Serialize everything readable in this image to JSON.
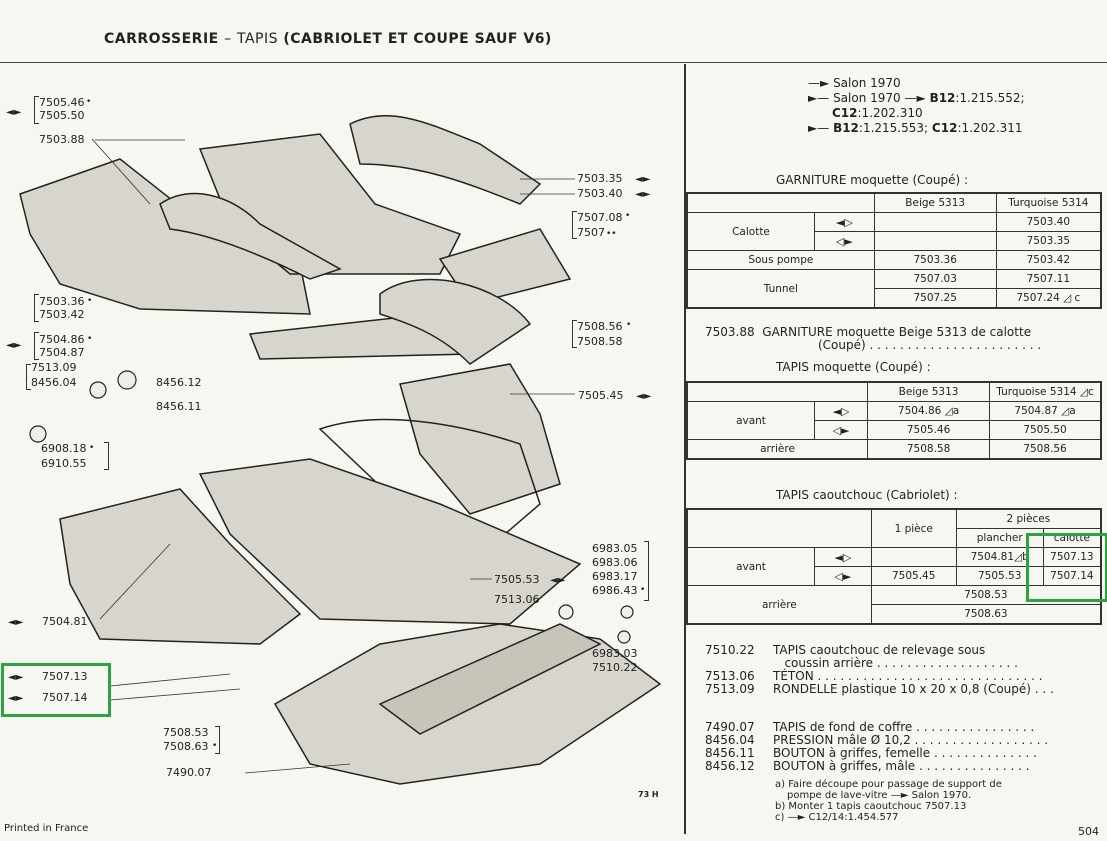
{
  "header": {
    "title_bold": "CARROSSERIE",
    "title_dash": "–",
    "title_tapis": "TAPIS",
    "title_rest": "(CABRIOLET ET COUPE SAUF V6)"
  },
  "legend": {
    "line1": "Salon 1970",
    "line2a": "Salon 1970",
    "line2b": "B12",
    "line2c": ":1.215.552;",
    "line3a": "C12",
    "line3b": ":1.202.310",
    "line4a": "B12",
    "line4b": ":1.215.553;",
    "line4c": "C12",
    "line4d": ":1.202.311"
  },
  "left_labels": {
    "l7505_46": "7505.46",
    "l7505_50": "7505.50",
    "l7503_88": "7503.88",
    "l7503_36": "7503.36",
    "l7503_42": "7503.42",
    "l7504_86": "7504.86",
    "l7504_87": "7504.87",
    "l7513_09": "7513.09",
    "l8456_04": "8456.04",
    "l8456_12": "8456.12",
    "l8456_11": "8456.11",
    "l6908_18": "6908.18",
    "l6910_55": "6910.55",
    "l7504_81": "7504.81",
    "l7507_13": "7507.13",
    "l7507_14": "7507.14",
    "l7508_53": "7508.53",
    "l7508_63": "7508.63",
    "l7490_07": "7490.07",
    "l7503_35": "7503.35",
    "l7503_40": "7503.40",
    "l7507_08": "7507.08",
    "l7507": "7507",
    "l7508_56": "7508.56",
    "l7508_58": "7508.58",
    "l7505_45": "7505.45",
    "l7505_53": "7505.53",
    "l7513_06": "7513.06",
    "l6983_05": "6983.05",
    "l6983_06": "6983.06",
    "l6983_17": "6983.17",
    "l6986_43": "6986.43",
    "l6983_03": "6983.03",
    "l7510_22": "7510.22",
    "plate_code": "73 H"
  },
  "table1": {
    "caption": "GARNITURE moquette (Coupé) :",
    "col1": "Beige 5313",
    "col2": "Turquoise 5314",
    "rows": [
      {
        "label": "Calotte",
        "c1": "",
        "c2": "7503.40"
      },
      {
        "label": "",
        "c1": "",
        "c2": "7503.35"
      },
      {
        "label": "Sous pompe",
        "c1": "7503.36",
        "c2": "7503.42"
      },
      {
        "label": "Tunnel",
        "c1": "7507.03",
        "c2": "7507.11"
      },
      {
        "label": "",
        "c1": "7507.25",
        "c2": "7507.24"
      }
    ],
    "note_c": "c"
  },
  "ref7503_88": {
    "num": "7503.88",
    "text": "GARNITURE moquette Beige 5313 de calotte",
    "text2": "(Coupé)"
  },
  "table2": {
    "caption": "TAPIS moquette (Coupé) :",
    "col1": "Beige 5313",
    "col2": "Turquoise 5314",
    "col2_note": "c",
    "rows": [
      {
        "label": "avant",
        "c1": "7504.86",
        "c1n": "a",
        "c2": "7504.87",
        "c2n": "a"
      },
      {
        "label": "",
        "c1": "7505.46",
        "c2": "7505.50"
      },
      {
        "label": "arrière",
        "c1": "7508.58",
        "c2": "7508.56"
      }
    ]
  },
  "table3": {
    "caption": "TAPIS caoutchouc (Cabriolet) :",
    "h_one": "1 pièce",
    "h_two": "2 pièces",
    "h_plancher": "plancher",
    "h_calotte": "calotte",
    "avant": "avant",
    "r1_plancher": "7504.81",
    "r1_note": "b",
    "r1_calotte": "7507.13",
    "r2_one": "7505.45",
    "r2_plancher": "7505.53",
    "r2_calotte": "7507.14",
    "arriere": "arrière",
    "ar1": "7508.53",
    "ar2": "7508.63"
  },
  "refs": [
    {
      "num": "7510.22",
      "text": "TAPIS caoutchouc de relevage sous"
    },
    {
      "num": "",
      "text": "coussin arrière"
    },
    {
      "num": "7513.06",
      "text": "TÉTON"
    },
    {
      "num": "7513.09",
      "text": "RONDELLE plastique 10 x 20 x 0,8 (Coupé)"
    },
    {
      "num": "7490.07",
      "text": "TAPIS de fond de coffre"
    },
    {
      "num": "8456.04",
      "text": "PRESSION mâle Ø 10,2"
    },
    {
      "num": "8456.11",
      "text": "BOUTON à griffes, femelle"
    },
    {
      "num": "8456.12",
      "text": "BOUTON à griffes, mâle"
    }
  ],
  "notes": {
    "a1": "a) Faire découpe pour passage de support de",
    "a2": "pompe de lave-vitre",
    "a3": "Salon 1970.",
    "b": "b) Monter 1 tapis caoutchouc 7507.13",
    "c1": "c)",
    "c2": "C12/14:1.454.577"
  },
  "footer": {
    "printed": "Printed in France",
    "page": "504"
  },
  "colors": {
    "highlight": "#2ea344",
    "paper": "#f7f7f2",
    "ink": "#222222"
  }
}
